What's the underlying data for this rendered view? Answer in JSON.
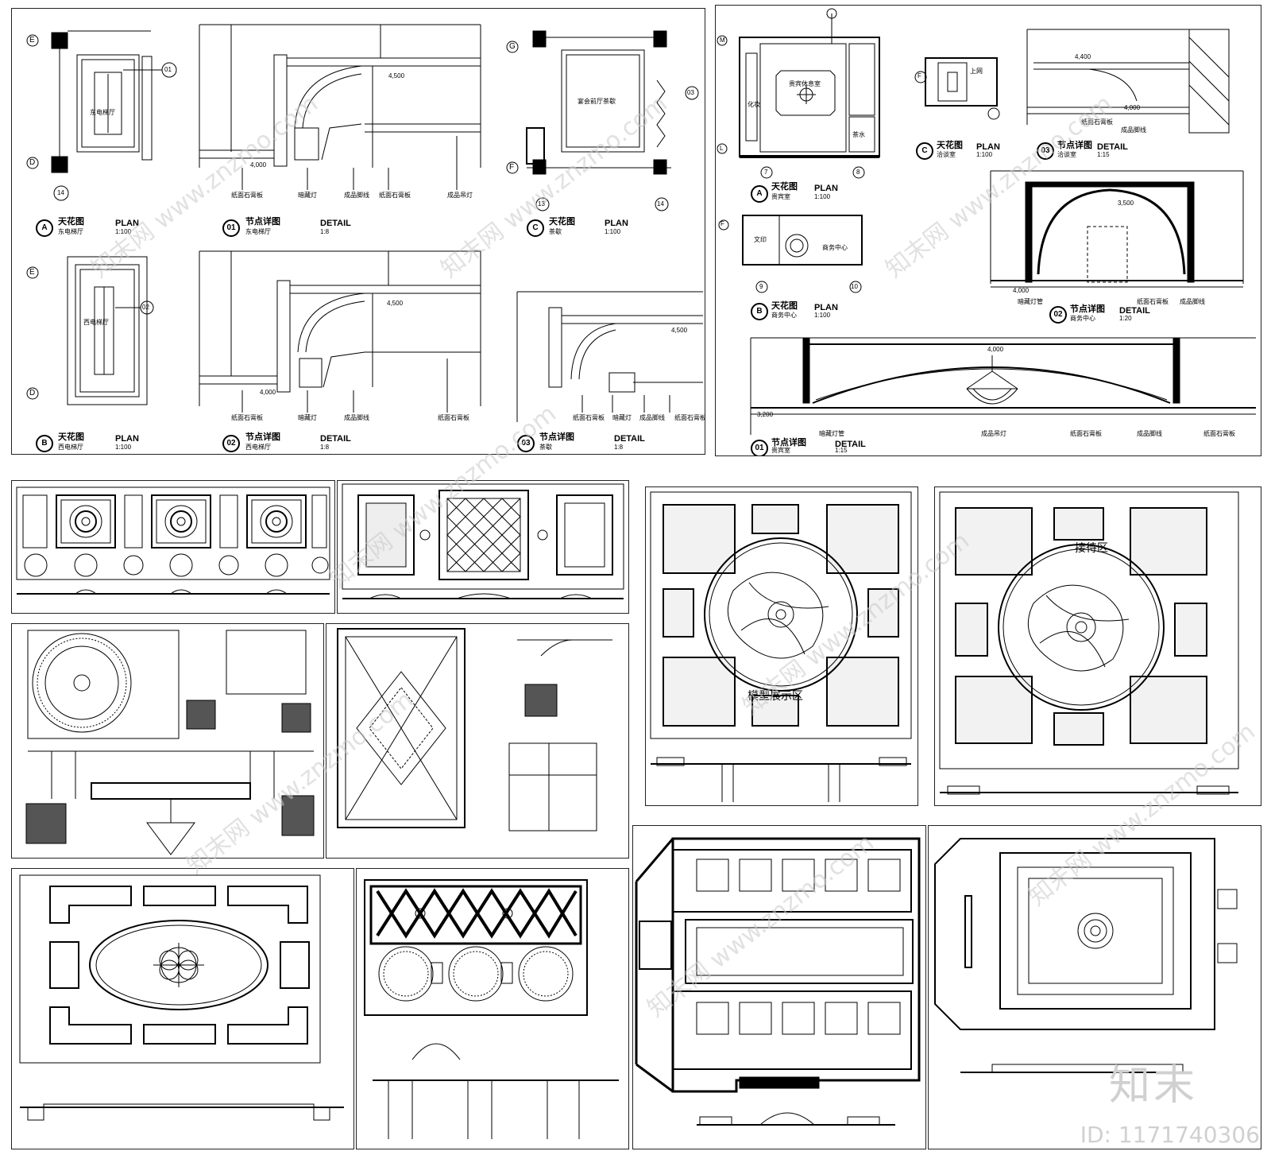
{
  "watermark": {
    "text": "知末网 www.znzmo.com",
    "brand": "知末",
    "image_id": "ID: 1171740306"
  },
  "sheet1": {
    "a_title": "天花图",
    "a_en": "PLAN",
    "a_sub": "东电梯厅",
    "a_scale": "1:100",
    "a_room": "东电梯厅",
    "b_title": "天花图",
    "b_en": "PLAN",
    "b_sub": "西电梯厅",
    "b_scale": "1:100",
    "b_room": "西电梯厅",
    "c_title": "天花图",
    "c_en": "PLAN",
    "c_sub": "茶歇",
    "c_scale": "1:100",
    "c_room": "宴会前厅茶歇",
    "d01_title": "节点详图",
    "d01_en": "DETAIL",
    "d01_sub": "东电梯厅",
    "d01_scale": "1:8",
    "d02_title": "节点详图",
    "d02_en": "DETAIL",
    "d02_sub": "西电梯厅",
    "d02_scale": "1:8",
    "d03_title": "节点详图",
    "d03_en": "DETAIL",
    "d03_sub": "茶歇",
    "d03_scale": "1:8",
    "lvl_4500": "4,500",
    "lvl_4000": "4,000",
    "note_board": "纸面石膏板",
    "note_light": "暗藏灯",
    "note_line": "成品脚线",
    "note_lamp": "成品吊灯",
    "grid_e": "E",
    "grid_d": "D",
    "grid_g": "G",
    "grid_f": "F",
    "grid_14": "14",
    "grid_13": "13",
    "tag_01": "01",
    "tag_02": "02",
    "tag_03": "03"
  },
  "sheet2": {
    "a_title": "天花图",
    "a_en": "PLAN",
    "a_sub": "贵宾室",
    "a_scale": "1:100",
    "a_room": "贵宾休息室",
    "b_title": "天花图",
    "b_en": "PLAN",
    "b_sub": "商务中心",
    "b_scale": "1:100",
    "b_room": "商务中心",
    "c_title": "天花图",
    "c_en": "PLAN",
    "c_sub": "洽谈室",
    "c_scale": "1:100",
    "d01_title": "节点详图",
    "d01_en": "DETAIL",
    "d01_sub": "贵宾室",
    "d01_scale": "1:15",
    "d02_title": "节点详图",
    "d02_en": "DETAIL",
    "d02_sub": "商务中心",
    "d02_scale": "1:20",
    "d03_title": "节点详图",
    "d03_en": "DETAIL",
    "d03_sub": "洽谈室",
    "d03_scale": "1:15",
    "lvl_4400": "4,400",
    "lvl_4000": "4,000",
    "lvl_3500": "3,500",
    "lvl_3200": "3,200",
    "note_board": "纸面石膏板",
    "note_line": "成品脚线",
    "note_light": "暗藏灯管",
    "note_lamp": "成品吊灯",
    "grid_m": "M",
    "grid_l": "L",
    "grid_f": "F",
    "grid_7": "7",
    "grid_8": "8",
    "grid_9": "9",
    "grid_10": "10",
    "r_makeup": "化妆",
    "r_water": "茶水",
    "r_toilet": "上网",
    "r_print": "文印"
  },
  "sheet_right": {
    "label_model": "模型展示区",
    "label_reception": "接待区"
  }
}
